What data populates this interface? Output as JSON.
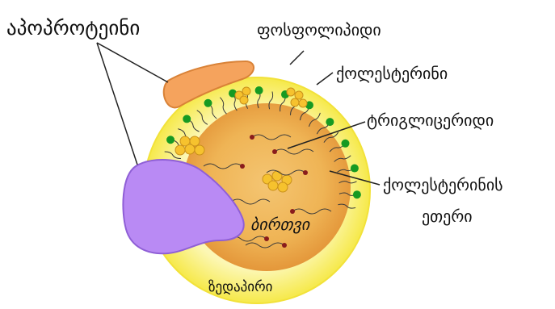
{
  "labels": {
    "apoproteins": "აპოპროტეინი",
    "phospholipids": "ფოსფოლიპიდი",
    "cholesterol": "ქოლესტერინი",
    "triglycerides": "ტრიგლიცერიდი",
    "cholesterol_ester_line1": "ქოლესტერინის",
    "cholesterol_ester_line2": "ეთერი",
    "core": "ბირთვი",
    "surface": "ზედაპირი"
  },
  "colors": {
    "surface_fill": "#fbf6a6",
    "surface_ring": "#f6e83e",
    "core_fill": "#f1b85a",
    "core_edge": "#e79a3b",
    "apoprotein_large": "#b989f3",
    "apoprotein_small": "#f5a35d",
    "phospholipid_head": "#169a22",
    "lipid_droplet": "#f5c02c",
    "ester_head": "#8a1c1c"
  },
  "icons": [
    "apoprotein-large-icon",
    "apoprotein-small-icon",
    "phospholipid-icon",
    "cholesterol-icon",
    "triglyceride-icon",
    "cholesterol-ester-icon"
  ]
}
